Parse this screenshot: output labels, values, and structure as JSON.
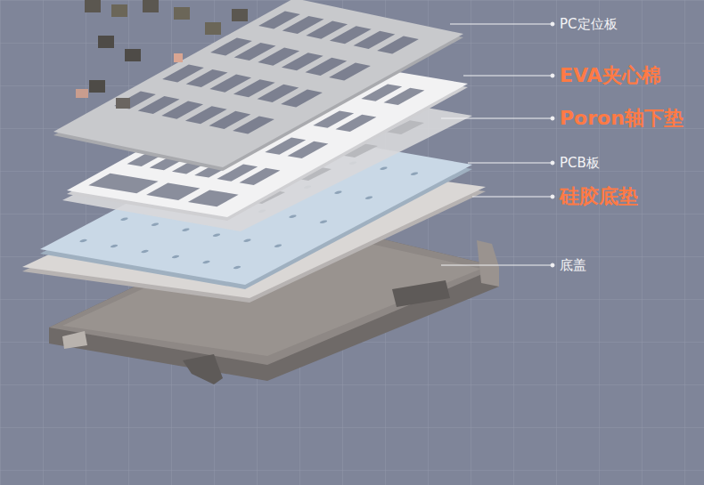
{
  "diagram": {
    "labels": [
      "PC定位板",
      "EVA夹心棉",
      "Poron轴下垫",
      "PCB板",
      "硅胶底垫",
      "底盖"
    ]
  }
}
